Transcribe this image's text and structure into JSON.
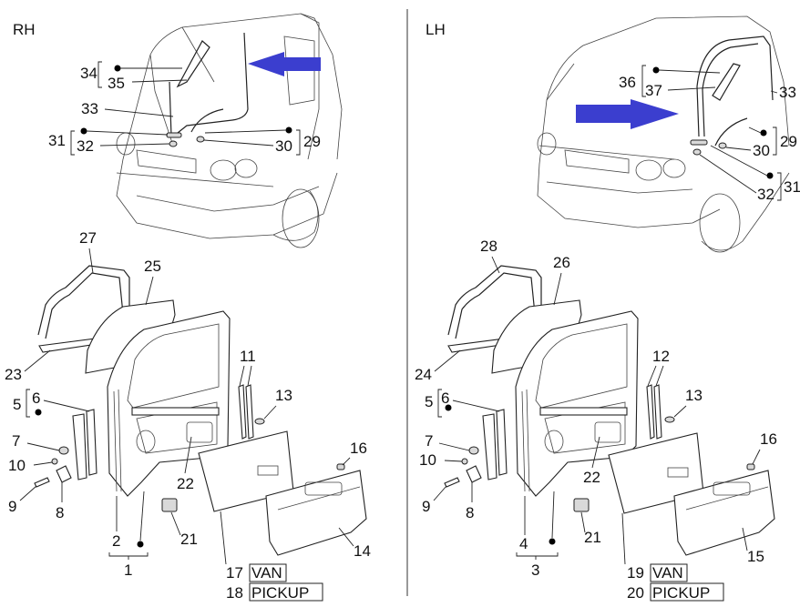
{
  "sides": {
    "right": "RH",
    "left": "LH"
  },
  "rh_labels": {
    "n34": "34",
    "n35": "35",
    "n33": "33",
    "n31": "31",
    "n32": "32",
    "n30": "30",
    "n29": "29",
    "n27": "27",
    "n25": "25",
    "n23": "23",
    "n5": "5",
    "n6": "6",
    "n11": "11",
    "n13": "13",
    "n7": "7",
    "n10": "10",
    "n9": "9",
    "n8": "8",
    "n22": "22",
    "n16": "16",
    "n21": "21",
    "n2": "2",
    "n1": "1",
    "n14": "14",
    "n17": "17",
    "n18": "18",
    "van": "VAN",
    "pickup": "PICKUP"
  },
  "lh_labels": {
    "n36": "36",
    "n37": "37",
    "n33": "33",
    "n29": "29",
    "n30": "30",
    "n32": "32",
    "n31": "31",
    "n28": "28",
    "n26": "26",
    "n24": "24",
    "n5": "5",
    "n6": "6",
    "n12": "12",
    "n13": "13",
    "n7": "7",
    "n10": "10",
    "n9": "9",
    "n8": "8",
    "n22": "22",
    "n16": "16",
    "n21": "21",
    "n4": "4",
    "n3": "3",
    "n15": "15",
    "n19": "19",
    "n20": "20",
    "van": "VAN",
    "pickup": "PICKUP"
  },
  "colors": {
    "arrow": "#3b3ecf",
    "line": "#222222"
  }
}
